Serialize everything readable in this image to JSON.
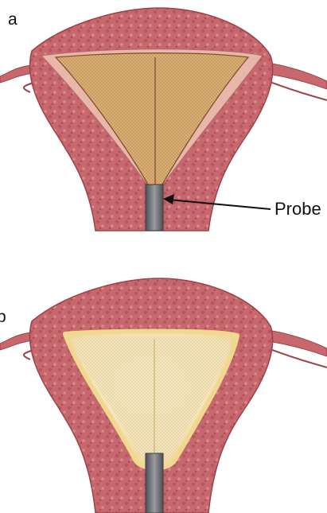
{
  "figure": {
    "panel_a": {
      "label": "a",
      "annotation": "Probe"
    },
    "panel_b": {
      "label": "b"
    }
  },
  "colors": {
    "tissue": "#c7686e",
    "tissue_dark": "#9c4248",
    "tissue_light": "#e6a9a4",
    "mesh_a": "#c9975b",
    "mesh_b": "#f3e7bf",
    "probe": "#6d6e73",
    "membrane": "#e8b7a9"
  }
}
